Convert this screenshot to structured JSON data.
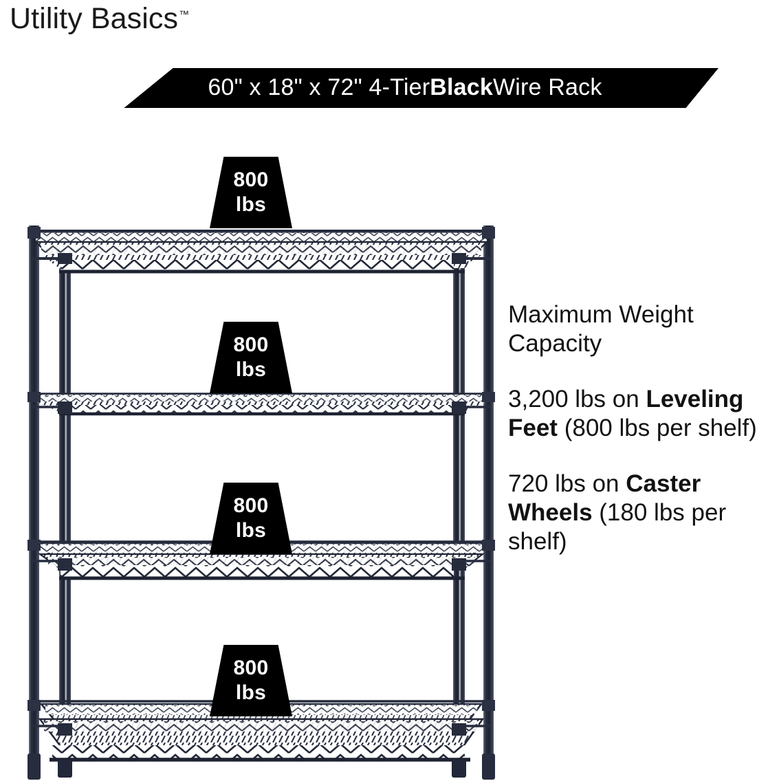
{
  "brand": {
    "name": "Utility Basics",
    "trademark": "™"
  },
  "banner": {
    "text_prefix": "60\" x 18\" x 72\" 4-Tier ",
    "text_bold": "Black",
    "text_suffix": " Wire Rack",
    "background_color": "#000000",
    "text_color": "#ffffff"
  },
  "info": {
    "heading": "Maximum Weight Capacity",
    "paragraphs": [
      {
        "lead": "3,200 lbs on ",
        "bold": "Leveling Feet",
        "tail": " (800 lbs per shelf)"
      },
      {
        "lead": "720 lbs on ",
        "bold": "Caster Wheels",
        "tail": " (180 lbs per shelf)"
      }
    ]
  },
  "product": {
    "tiers": 4,
    "frame_color": "#2b3142",
    "badges": [
      {
        "value": "800",
        "unit": "lbs"
      },
      {
        "value": "800",
        "unit": "lbs"
      },
      {
        "value": "800",
        "unit": "lbs"
      },
      {
        "value": "800",
        "unit": "lbs"
      }
    ]
  }
}
